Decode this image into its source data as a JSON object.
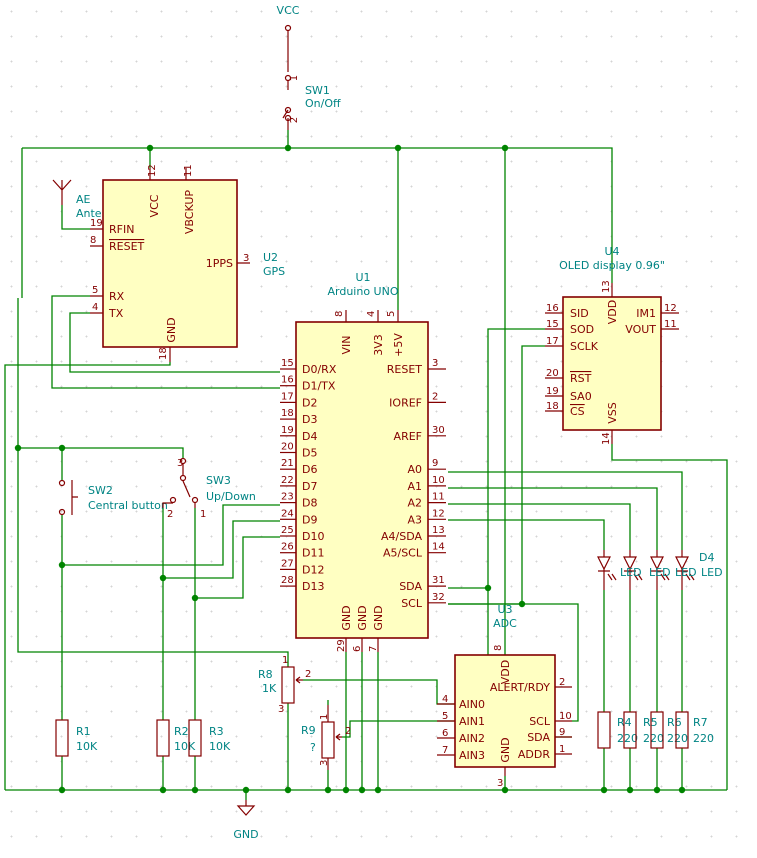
{
  "power": {
    "vcc": "VCC",
    "gnd": "GND"
  },
  "sw1": {
    "ref": "SW1",
    "value": "On/Off",
    "pins": [
      "1",
      "2"
    ]
  },
  "antenna": {
    "ref": "AE",
    "value": "Antenna"
  },
  "gps": {
    "ref": "U2",
    "value": "GPS",
    "pins": [
      {
        "num": "19",
        "name": "RFIN"
      },
      {
        "num": "8",
        "name": "RESET"
      },
      {
        "num": "5",
        "name": "RX"
      },
      {
        "num": "4",
        "name": "TX"
      },
      {
        "num": "12",
        "name": "VCC"
      },
      {
        "num": "11",
        "name": "VBCKUP"
      },
      {
        "num": "3",
        "name": "1PPS"
      },
      {
        "num": "18",
        "name": "GND"
      }
    ]
  },
  "arduino": {
    "ref": "U1",
    "value": "Arduino UNO",
    "left_pins": [
      {
        "num": "15",
        "name": "D0/RX"
      },
      {
        "num": "16",
        "name": "D1/TX"
      },
      {
        "num": "17",
        "name": "D2"
      },
      {
        "num": "18",
        "name": "D3"
      },
      {
        "num": "19",
        "name": "D4"
      },
      {
        "num": "20",
        "name": "D5"
      },
      {
        "num": "21",
        "name": "D6"
      },
      {
        "num": "22",
        "name": "D7"
      },
      {
        "num": "23",
        "name": "D8"
      },
      {
        "num": "24",
        "name": "D9"
      },
      {
        "num": "25",
        "name": "D10"
      },
      {
        "num": "26",
        "name": "D11"
      },
      {
        "num": "27",
        "name": "D12"
      },
      {
        "num": "28",
        "name": "D13"
      }
    ],
    "right_pins": [
      {
        "num": "3",
        "name": "RESET",
        "row": 0
      },
      {
        "num": "2",
        "name": "IOREF",
        "row": 2
      },
      {
        "num": "30",
        "name": "AREF",
        "row": 4
      },
      {
        "num": "9",
        "name": "A0",
        "row": 6
      },
      {
        "num": "10",
        "name": "A1",
        "row": 7
      },
      {
        "num": "11",
        "name": "A2",
        "row": 8
      },
      {
        "num": "12",
        "name": "A3",
        "row": 9
      },
      {
        "num": "13",
        "name": "A4/SDA",
        "row": 10
      },
      {
        "num": "14",
        "name": "A5/SCL",
        "row": 11
      },
      {
        "num": "31",
        "name": "SDA",
        "row": 13
      },
      {
        "num": "32",
        "name": "SCL",
        "row": 14
      }
    ],
    "top_pins": [
      {
        "num": "8",
        "name": "VIN"
      },
      {
        "num": "4",
        "name": "3V3"
      },
      {
        "num": "5",
        "name": "+5V"
      }
    ],
    "bottom_pins": [
      {
        "num": "29",
        "name": "GND"
      },
      {
        "num": "6",
        "name": "GND"
      },
      {
        "num": "7",
        "name": "GND"
      }
    ]
  },
  "oled": {
    "ref": "U4",
    "value": "OLED display 0.96\"",
    "left_pins": [
      {
        "num": "16",
        "name": "SID",
        "over": false
      },
      {
        "num": "15",
        "name": "SOD",
        "over": false
      },
      {
        "num": "17",
        "name": "SCLK",
        "over": false
      },
      {
        "num": "20",
        "name": "RST",
        "over": true
      },
      {
        "num": "19",
        "name": "SA0",
        "over": false
      },
      {
        "num": "18",
        "name": "CS",
        "over": true
      }
    ],
    "right_pins": [
      {
        "num": "12",
        "name": "IM1"
      },
      {
        "num": "11",
        "name": "VOUT"
      }
    ],
    "top_pin": {
      "num": "13",
      "name": "VDD"
    },
    "bottom_pin": {
      "num": "14",
      "name": "VSS"
    }
  },
  "adc": {
    "ref": "U3",
    "value": "ADC",
    "left_pins": [
      {
        "num": "4",
        "name": "AIN0"
      },
      {
        "num": "5",
        "name": "AIN1"
      },
      {
        "num": "6",
        "name": "AIN2"
      },
      {
        "num": "7",
        "name": "AIN3"
      }
    ],
    "right_pins": [
      {
        "num": "2",
        "name": "ALERT/RDY"
      },
      {
        "num": "10",
        "name": "SCL"
      },
      {
        "num": "9",
        "name": "SDA"
      },
      {
        "num": "1",
        "name": "ADDR"
      }
    ],
    "top_pin": {
      "num": "8",
      "name": "VDD"
    },
    "bottom_pin": {
      "num": "3",
      "name": "GND"
    }
  },
  "sw2": {
    "ref": "SW2",
    "value": "Central button"
  },
  "sw3": {
    "ref": "SW3",
    "value": "Up/Down",
    "pins": [
      "3",
      "2",
      "1"
    ]
  },
  "r1": {
    "ref": "R1",
    "value": "10K"
  },
  "r2": {
    "ref": "R2",
    "value": "10K"
  },
  "r3": {
    "ref": "R3",
    "value": "10K"
  },
  "r8": {
    "ref": "R8",
    "value": "1K",
    "pins": [
      "1",
      "2",
      "3"
    ]
  },
  "r9": {
    "ref": "R9",
    "value": "?",
    "pins": [
      "1",
      "2",
      "3"
    ]
  },
  "r4": {
    "ref": "R4",
    "value": "220"
  },
  "r5": {
    "ref": "R5",
    "value": "220"
  },
  "r6": {
    "ref": "R6",
    "value": "220"
  },
  "r7": {
    "ref": "R7",
    "value": "220"
  },
  "leds": {
    "d4_ref": "D4",
    "labels": [
      "LED",
      "LED",
      "LED",
      "LED"
    ]
  }
}
